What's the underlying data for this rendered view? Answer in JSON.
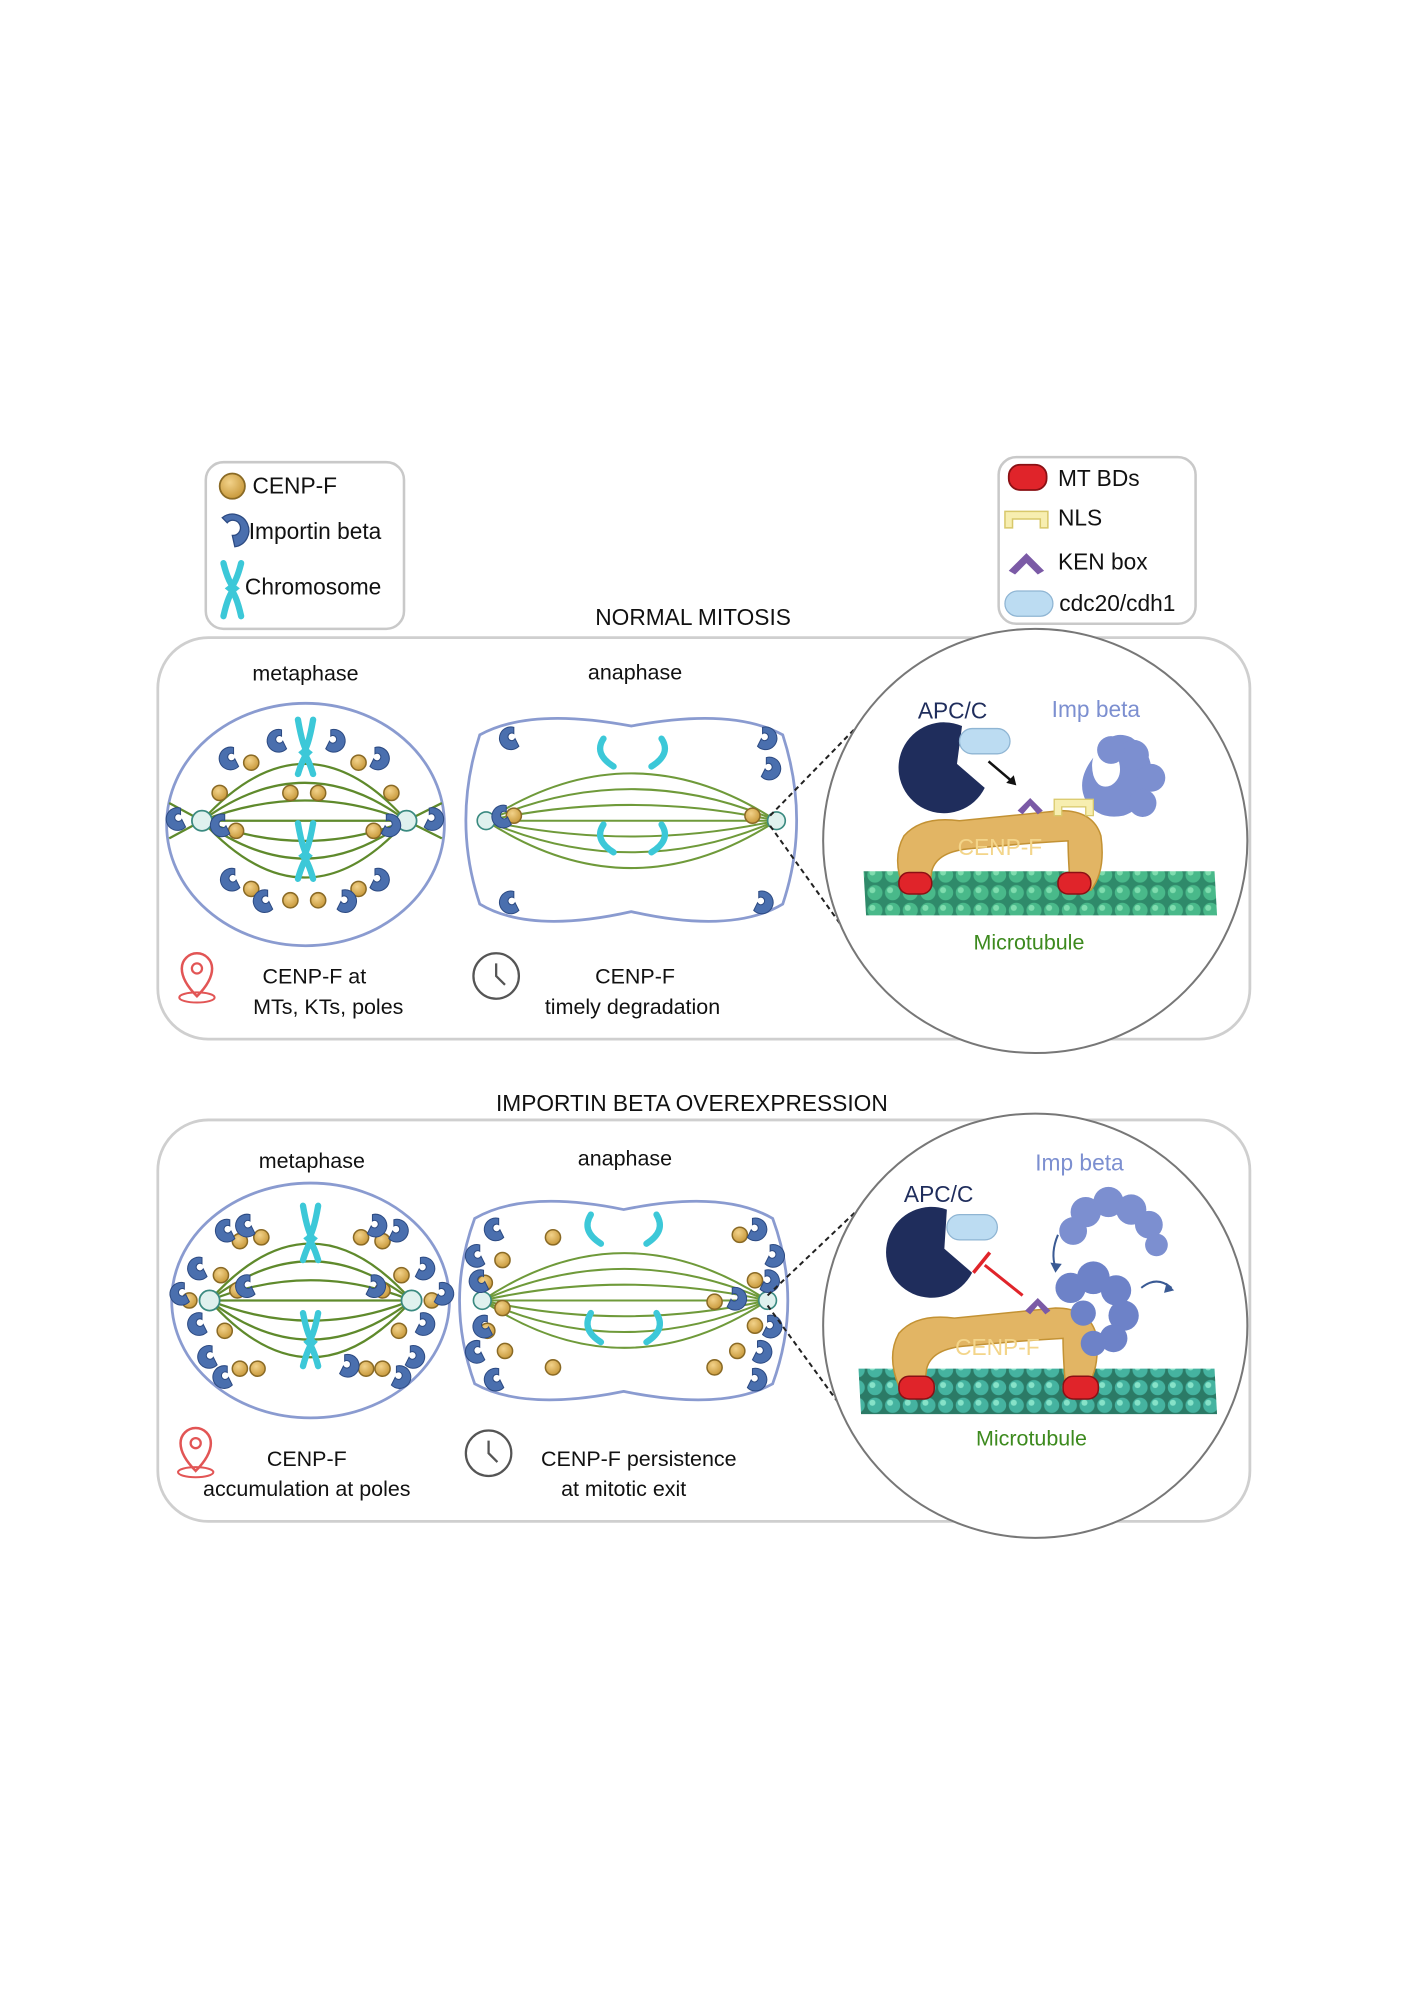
{
  "legend_left": {
    "items": [
      {
        "label": "CENP-F",
        "icon": "cenpf-dot-icon"
      },
      {
        "label": "Importin beta",
        "icon": "importin-beta-icon"
      },
      {
        "label": "Chromosome",
        "icon": "chromosome-icon"
      }
    ]
  },
  "legend_right": {
    "items": [
      {
        "label": "MT BDs",
        "icon": "mt-binding-domain-icon"
      },
      {
        "label": "NLS",
        "icon": "nls-icon"
      },
      {
        "label": "KEN box",
        "icon": "ken-box-icon"
      },
      {
        "label": "cdc20/cdh1",
        "icon": "cdc20-cdh1-icon"
      }
    ]
  },
  "panels": {
    "normal": {
      "title": "NORMAL MITOSIS",
      "metaphase_label": "metaphase",
      "anaphase_label": "anaphase",
      "caption_left_1": "CENP-F at",
      "caption_left_2": "MTs, KTs, poles",
      "caption_mid_1": "CENP-F",
      "caption_mid_2": "timely degradation",
      "zoom": {
        "apc_label": "APC/C",
        "imp_label": "Imp beta",
        "cenpf_label": "CENP-F",
        "microtubule_label": "Microtubule"
      }
    },
    "overexpression": {
      "title": "IMPORTIN BETA OVEREXPRESSION",
      "metaphase_label": "metaphase",
      "anaphase_label": "anaphase",
      "caption_left_1": "CENP-F",
      "caption_left_2": "accumulation at poles",
      "caption_mid_1": "CENP-F persistence",
      "caption_mid_2": "at mitotic exit",
      "zoom": {
        "apc_label": "APC/C",
        "imp_label": "Imp beta",
        "cenpf_label": "CENP-F",
        "microtubule_label": "Microtubule"
      }
    }
  },
  "colors": {
    "cenpf": "#d9b15a",
    "importin": "#4a6fae",
    "chromosome": "#3cc8d8",
    "microtubule_green": "#5f8a2c",
    "mt_bd_red": "#e0242a",
    "nls_yellow": "#f7eeb0",
    "ken_purple": "#7b5aa6",
    "cdc20_blue": "#bcdcf2",
    "apc_navy": "#1f2d5c",
    "imp_beta_light": "#7c8fd0",
    "location_pin": "#e25555"
  }
}
